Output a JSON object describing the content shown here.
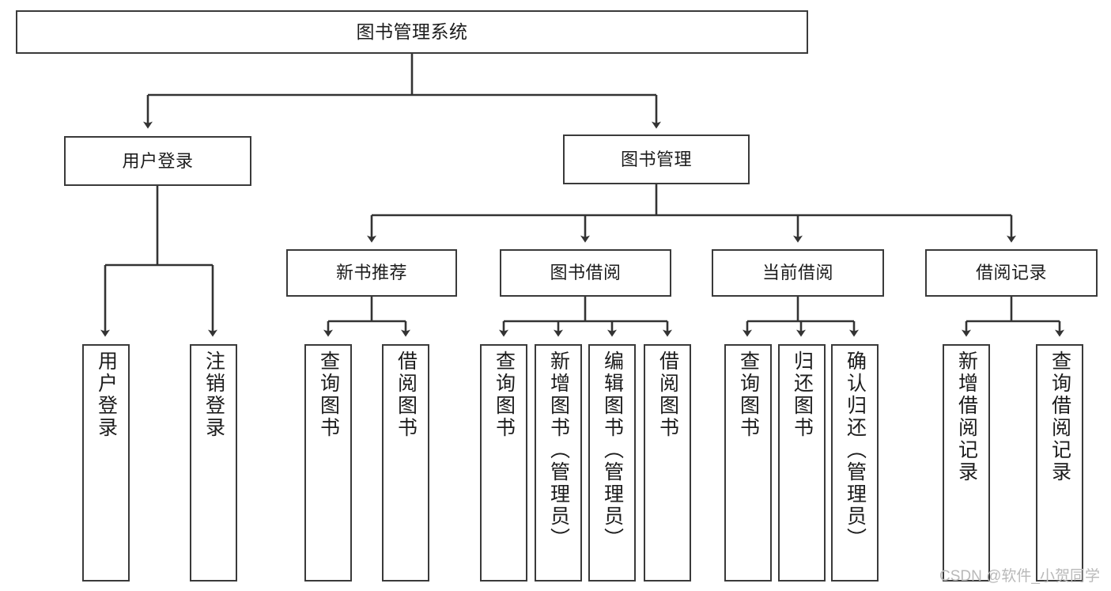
{
  "diagram": {
    "title": "图书管理系统",
    "type": "tree",
    "watermark": "CSDN @软件_小贺同学",
    "colors": {
      "box_border": "#3a3a3a",
      "box_fill": "#ffffff",
      "edge": "#333333",
      "text": "#1c1c1c",
      "watermark": "#b9b9b9",
      "background": "#ffffff"
    },
    "nodes": {
      "root": {
        "label": "图书管理系统",
        "level": 1
      },
      "l2": [
        {
          "id": "user-login",
          "label": "用户登录",
          "level": 2
        },
        {
          "id": "book-manage",
          "label": "图书管理",
          "level": 2
        }
      ],
      "l3": [
        {
          "id": "new-book-recommend",
          "label": "新书推荐",
          "level": 3,
          "parent": "book-manage"
        },
        {
          "id": "book-borrow",
          "label": "图书借阅",
          "level": 3,
          "parent": "book-manage"
        },
        {
          "id": "current-borrow",
          "label": "当前借阅",
          "level": 3,
          "parent": "book-manage"
        },
        {
          "id": "borrow-record",
          "label": "借阅记录",
          "level": 3,
          "parent": "book-manage"
        }
      ],
      "leaves": [
        {
          "id": "leaf-user-login",
          "label": "用户登录",
          "parent": "user-login"
        },
        {
          "id": "leaf-user-logout",
          "label": "注销登录",
          "parent": "user-login"
        },
        {
          "id": "leaf-query-book-1",
          "label": "查询图书",
          "parent": "new-book-recommend"
        },
        {
          "id": "leaf-borrow-book-1",
          "label": "借阅图书",
          "parent": "new-book-recommend"
        },
        {
          "id": "leaf-query-book-2",
          "label": "查询图书",
          "parent": "book-borrow"
        },
        {
          "id": "leaf-add-book",
          "label": "新增图书（管理员）",
          "parent": "book-borrow"
        },
        {
          "id": "leaf-edit-book",
          "label": "编辑图书（管理员）",
          "parent": "book-borrow"
        },
        {
          "id": "leaf-borrow-book-2",
          "label": "借阅图书",
          "parent": "book-borrow"
        },
        {
          "id": "leaf-query-book-3",
          "label": "查询图书",
          "parent": "current-borrow"
        },
        {
          "id": "leaf-return-book",
          "label": "归还图书",
          "parent": "current-borrow"
        },
        {
          "id": "leaf-confirm-return",
          "label": "确认归还（管理员）",
          "parent": "current-borrow"
        },
        {
          "id": "leaf-add-record",
          "label": "新增借阅记录",
          "parent": "borrow-record"
        },
        {
          "id": "leaf-query-record",
          "label": "查询借阅记录",
          "parent": "borrow-record"
        }
      ]
    }
  }
}
